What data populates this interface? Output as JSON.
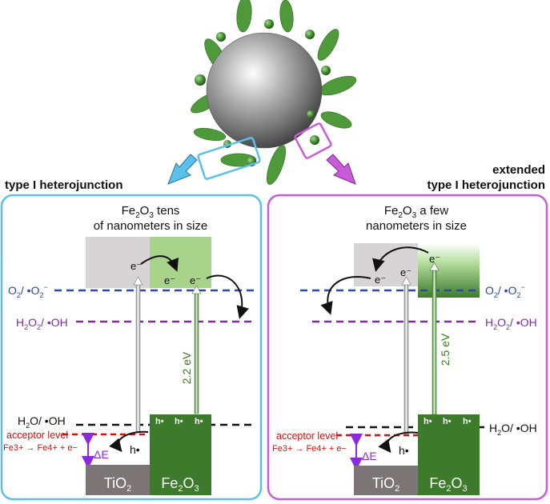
{
  "colors": {
    "left_panel_border": "#5bc0eb",
    "right_panel_border": "#c85bd8",
    "o2_line": "#2a4aa5",
    "h2o2_line": "#7a2fa0",
    "h2o_line": "#111111",
    "acceptor_line": "#cc1111",
    "acceptor_text": "#cc1111",
    "delta_e": "#8a2be2",
    "bandgap_text": "#3a7a1a",
    "tio2_box": "#7b7575",
    "fe2o3_box": "#3d7a2c",
    "tio2_cb": "#d6d4d4",
    "fe2o3_cb": "#a7d38a",
    "particle_green": "#4e9a3a"
  },
  "headings": {
    "left": "type I heterojunction",
    "right_line1": "extended",
    "right_line2": "type I heterojunction"
  },
  "left_panel": {
    "title_line1_pre": "Fe",
    "title_line1_sub1": "2",
    "title_line1_mid": "O",
    "title_line1_sub2": "3",
    "title_line1_post": " tens",
    "title_line2": "of nanometers in size",
    "o2_label_a": "O",
    "o2_label_sub": "2",
    "o2_label_b": "/ •O",
    "o2_label_sub2": "2",
    "o2_label_sup": "−",
    "h2o2_label_a": "H",
    "h2o2_sub1": "2",
    "h2o2_b": "O",
    "h2o2_sub2": "2",
    "h2o2_c": "/ •OH",
    "h2o_label_a": "H",
    "h2o_sub": "2",
    "h2o_c": "O/ •OH",
    "acceptor_line1": "acceptor level",
    "acceptor_line2": "Fe3+ → Fe4+ + e−",
    "delta_e": "ΔE",
    "bandgap": "2.2 eV",
    "electron": "e⁻",
    "hole": "h•",
    "tio2_label_a": "TiO",
    "tio2_sub": "2",
    "fe2o3_label_a": "Fe",
    "fe2o3_sub1": "2",
    "fe2o3_b": "O",
    "fe2o3_sub2": "3"
  },
  "right_panel": {
    "title_line1_pre": "Fe",
    "title_line1_sub1": "2",
    "title_line1_mid": "O",
    "title_line1_sub2": "3",
    "title_line1_post": " a few",
    "title_line2": "nanometers in size",
    "bandgap": "2.5 eV",
    "acceptor_line1": "acceptor level",
    "acceptor_line2": "Fe3+ → Fe4+ + e−",
    "delta_e": "ΔE",
    "electron": "e⁻",
    "hole": "h•",
    "tio2_label_a": "TiO",
    "tio2_sub": "2",
    "fe2o3_label_a": "Fe",
    "fe2o3_sub1": "2",
    "fe2o3_b": "O",
    "fe2o3_sub2": "3"
  }
}
